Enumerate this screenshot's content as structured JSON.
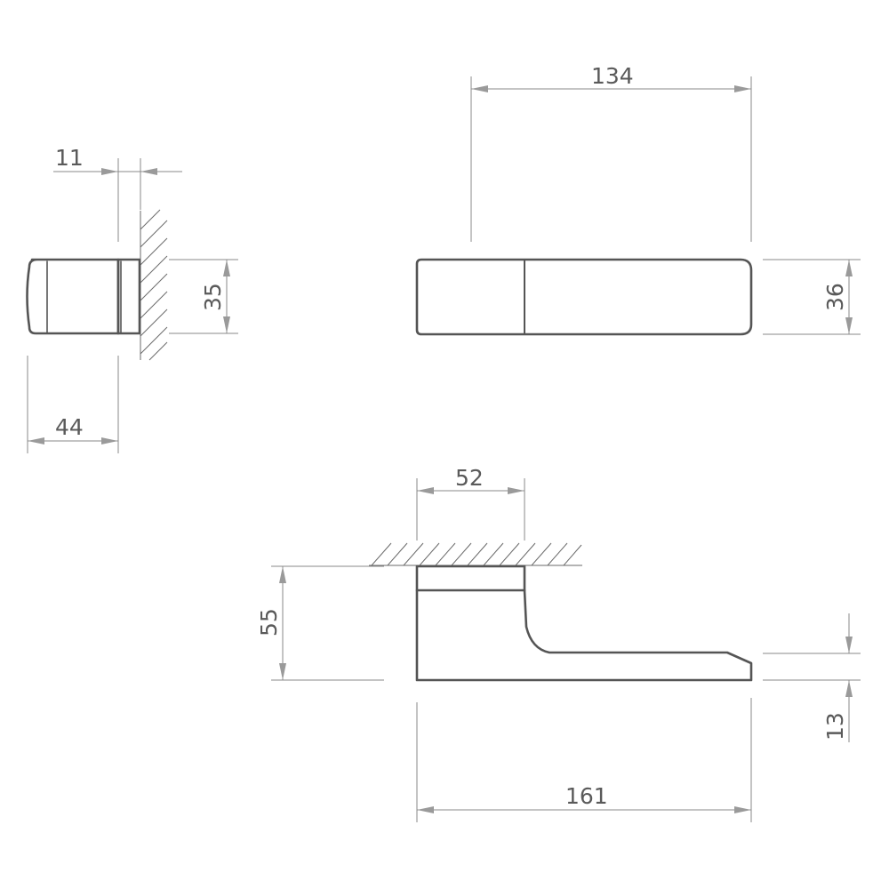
{
  "dimensions": {
    "rose_offset": "11",
    "rose_height": "35",
    "rose_depth": "44",
    "grip_length": "134",
    "grip_height": "36",
    "rose_width": "52",
    "projection": "55",
    "lever_thickness": "13",
    "overall_length": "161"
  },
  "colors": {
    "line": "#555555",
    "dimension_line": "#8a8a8a",
    "text": "#5a5a5a",
    "background": "#ffffff"
  }
}
